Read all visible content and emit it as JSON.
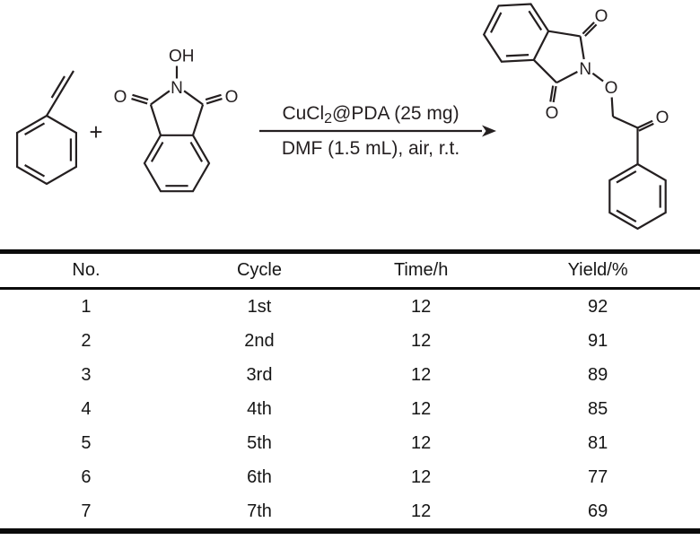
{
  "scheme": {
    "labels": {
      "o": "O",
      "n": "N",
      "oh": "OH"
    },
    "plus": "+",
    "catalyst_prefix": "CuCl",
    "catalyst_sub": "2",
    "catalyst_suffix": "@PDA (25 mg)",
    "conditions": "DMF (1.5 mL), air, r.t."
  },
  "table": {
    "columns": [
      "No.",
      "Cycle",
      "Time/h",
      "Yield/%"
    ],
    "rows": [
      [
        "1",
        "1st",
        "12",
        "92"
      ],
      [
        "2",
        "2nd",
        "12",
        "91"
      ],
      [
        "3",
        "3rd",
        "12",
        "89"
      ],
      [
        "4",
        "4th",
        "12",
        "85"
      ],
      [
        "5",
        "5th",
        "12",
        "81"
      ],
      [
        "6",
        "6th",
        "12",
        "77"
      ],
      [
        "7",
        "7th",
        "12",
        "69"
      ]
    ]
  }
}
